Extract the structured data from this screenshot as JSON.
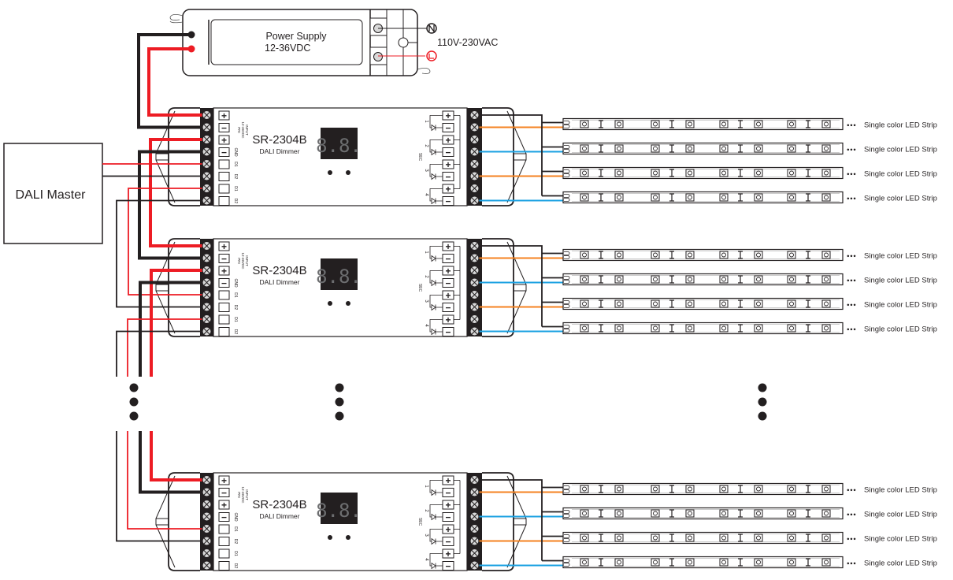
{
  "colors": {
    "red_wire": "#ed1c24",
    "black_wire": "#231f20",
    "orange_wire": "#f58220",
    "blue_wire": "#1ba1e2",
    "display_bg": "#231f20",
    "display_seg": "#6d6e70",
    "strip_grey": "#808080"
  },
  "power_supply": {
    "title": "Power Supply",
    "voltage": "12-36VDC",
    "ac_label": "110V-230VAC",
    "neutral_symbol": "N",
    "live_symbol": "L"
  },
  "dali_master": {
    "label": "DALI Master"
  },
  "modules": [
    {
      "model": "SR-2304B",
      "name": "DALI Dimmer",
      "display": "8.8."
    },
    {
      "model": "SR-2304B",
      "name": "DALI Dimmer",
      "display": "8.8."
    },
    {
      "model": "SR-2304B",
      "name": "DALI Dimmer",
      "display": "8.8."
    }
  ],
  "input_terminal": {
    "signs": [
      "+",
      "−",
      "+",
      "−",
      "",
      "",
      "",
      ""
    ],
    "labels": [
      "",
      "",
      "",
      "GND",
      "D1",
      "D2",
      "D1",
      "D2"
    ],
    "input_label": "INPUT",
    "input_voltage": "12-36VDC",
    "pri_label": "PRI"
  },
  "output_terminal": {
    "sec_label": "SEC",
    "channels": [
      "1",
      "2",
      "3",
      "4"
    ],
    "signs": [
      "+",
      "−"
    ]
  },
  "strip": {
    "label": "Single color LED Strip",
    "dots": "●●●"
  },
  "continuation": "more modules"
}
